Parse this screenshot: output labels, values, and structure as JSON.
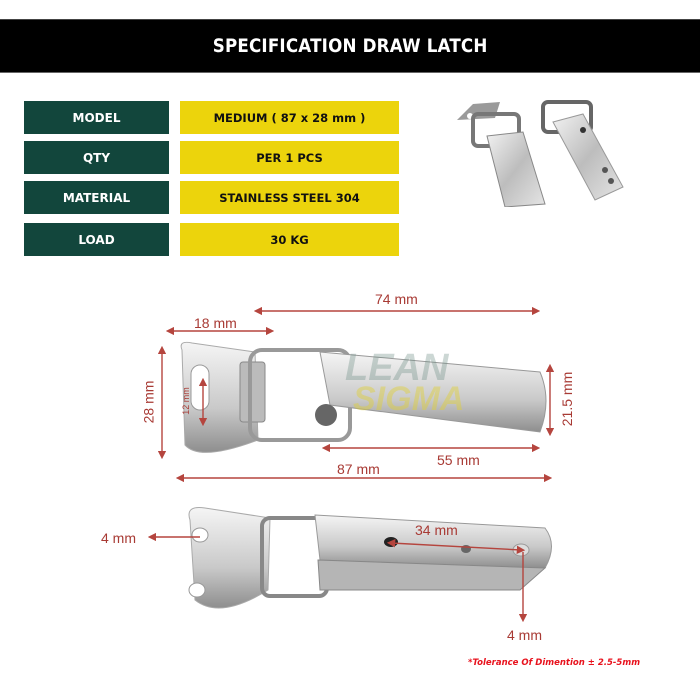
{
  "header": {
    "title": "SPECIFICATION DRAW LATCH"
  },
  "specs": [
    {
      "label": "MODEL",
      "value": "MEDIUM ( 87 x 28 mm )"
    },
    {
      "label": "QTY",
      "value": "PER 1 PCS"
    },
    {
      "label": "MATERIAL",
      "value": "STAINLESS STEEL 304"
    },
    {
      "label": "LOAD",
      "value": "30 KG"
    }
  ],
  "colors": {
    "label_bg": "#12463c",
    "value_bg": "#ecd40c",
    "dimension": "#a83a34",
    "note": "#e8121d"
  },
  "watermark": {
    "line1": "LEAN",
    "line2": "SIGMA"
  },
  "top_view_dims": {
    "overall_top": "74 mm",
    "plate": "18 mm",
    "height_left": "28 mm",
    "slot": "12 mm",
    "height_right": "21.5 mm",
    "hook": "55 mm",
    "overall": "87 mm"
  },
  "angle_view_dims": {
    "hole_left": "4 mm",
    "hole_spacing": "34 mm",
    "hole_right": "4 mm"
  },
  "footnote": "*Tolerance Of Dimention ± 2.5-5mm"
}
